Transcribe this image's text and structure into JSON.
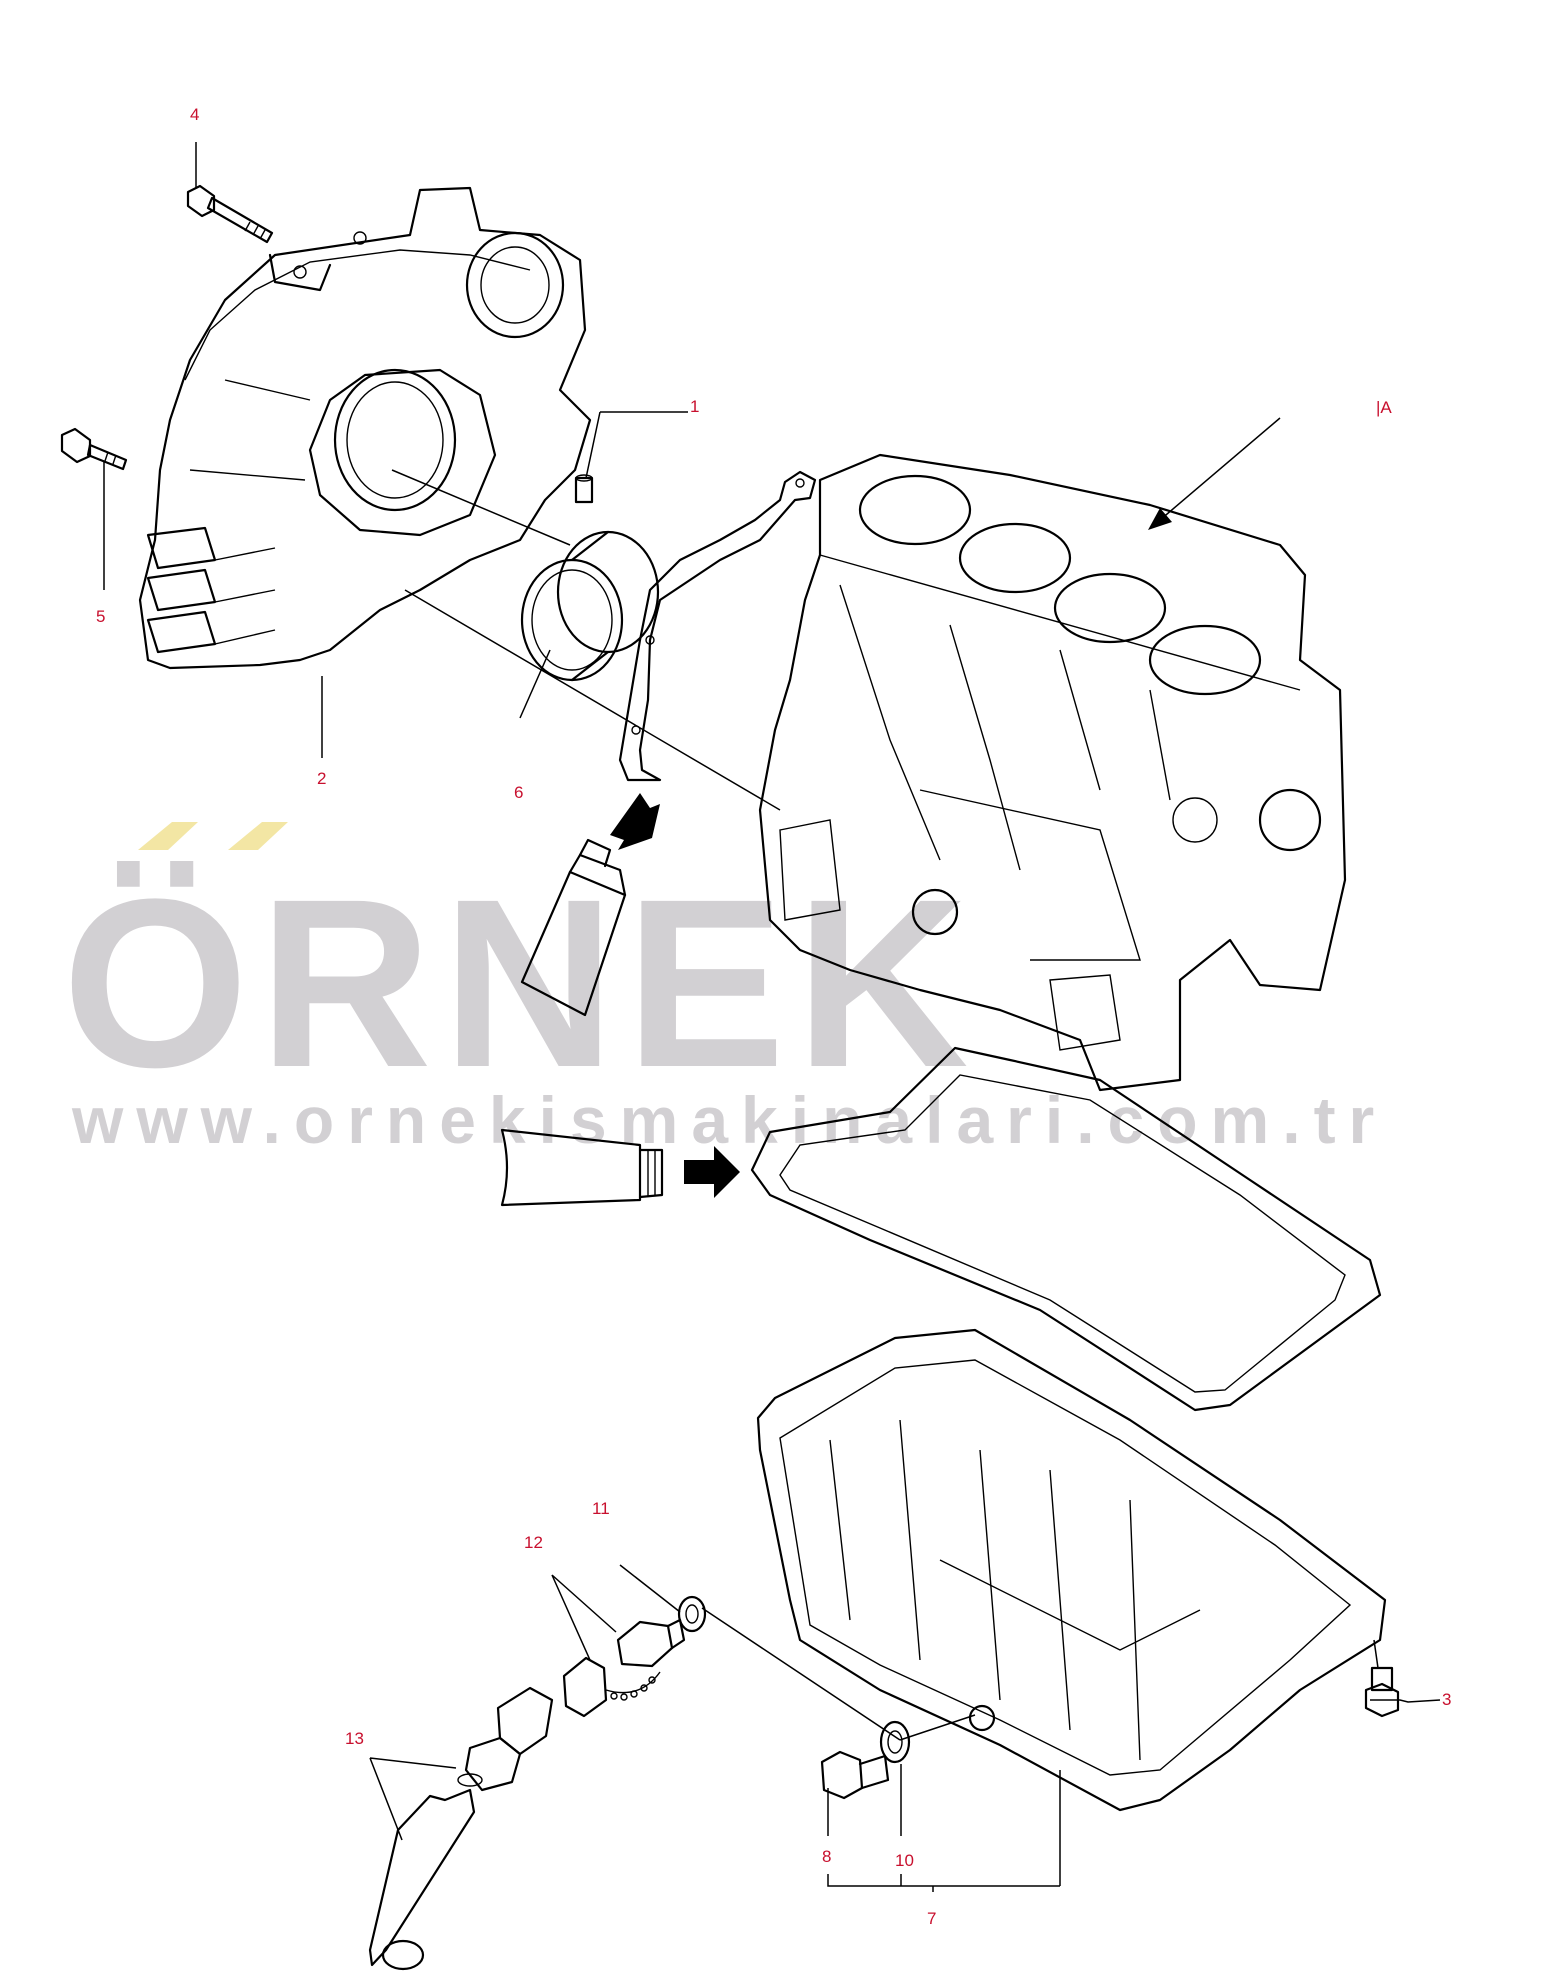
{
  "watermark": {
    "brand": "ÖRNEK",
    "url": "www.ornekismakinalari.com.tr",
    "accent_color": "#f3e6a4",
    "text_color": "#d2d0d3"
  },
  "view_label": "|A",
  "callouts": {
    "p1": "1",
    "p2": "2",
    "p3": "3",
    "p4": "4",
    "p5": "5",
    "p6": "6",
    "p7": "7",
    "p8": "8",
    "p10": "10",
    "p11": "11",
    "p12": "12",
    "p13": "13"
  },
  "colors": {
    "callout": "#c8102e",
    "line": "#000000"
  }
}
